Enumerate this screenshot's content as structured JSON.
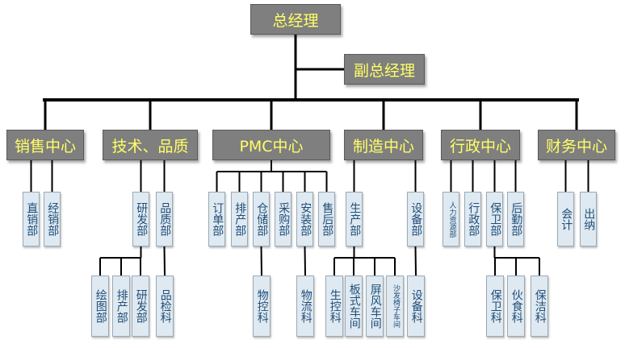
{
  "top": {
    "ceo": "总经理",
    "deputy": "副总经理"
  },
  "centers": [
    {
      "label": "销售中心",
      "children": [
        {
          "label": "直销部"
        },
        {
          "label": "经销部"
        }
      ]
    },
    {
      "label": "技术、品质",
      "children": [
        {
          "label": "研发部",
          "children": [
            "绘图部",
            "排产部",
            "研发部"
          ]
        },
        {
          "label": "品质部",
          "children": [
            "品检科"
          ]
        }
      ]
    },
    {
      "label": "PMC中心",
      "children": [
        {
          "label": "订单部"
        },
        {
          "label": "排产部"
        },
        {
          "label": "仓储部",
          "children": [
            "物控科"
          ]
        },
        {
          "label": "采购部"
        },
        {
          "label": "安装部",
          "children": [
            "物流科"
          ]
        },
        {
          "label": "售后部"
        }
      ]
    },
    {
      "label": "制造中心",
      "children": [
        {
          "label": "生产部",
          "children": [
            "生控科",
            "板式车间",
            "屏风车间",
            "沙发椅子车间"
          ]
        },
        {
          "label": "设备部",
          "children": [
            "设备科"
          ]
        }
      ]
    },
    {
      "label": "行政中心",
      "children": [
        {
          "label": "人力资源部"
        },
        {
          "label": "行政部"
        },
        {
          "label": "保卫部",
          "children": [
            "保卫科",
            "伙食科",
            "保洁科"
          ]
        },
        {
          "label": "后勤部"
        }
      ]
    },
    {
      "label": "财务中心",
      "children": [
        {
          "label": "会计"
        },
        {
          "label": "出纳"
        }
      ]
    }
  ]
}
